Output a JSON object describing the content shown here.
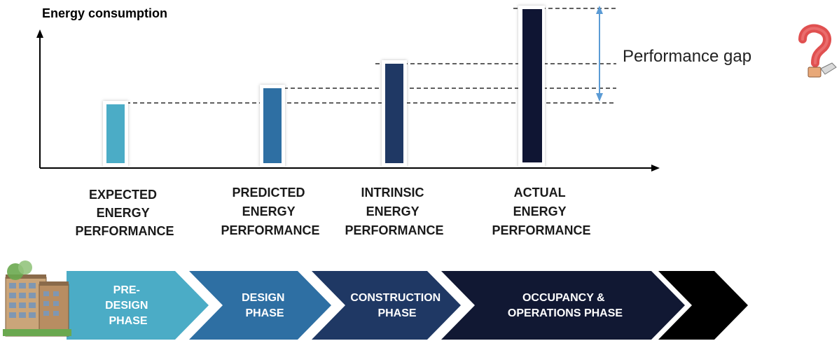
{
  "y_axis_label": "Energy consumption",
  "gap_label": "Performance gap",
  "bars": [
    {
      "label_lines": [
        "EXPECTED",
        "ENERGY",
        "PERFORMANCE"
      ],
      "color": "#4BACC6"
    },
    {
      "label_lines": [
        "PREDICTED",
        "ENERGY",
        "PERFORMANCE"
      ],
      "color": "#2E6FA3"
    },
    {
      "label_lines": [
        "INTRINSIC",
        "ENERGY",
        "PERFORMANCE"
      ],
      "color": "#1F3864"
    },
    {
      "label_lines": [
        "ACTUAL",
        "ENERGY",
        "PERFORMANCE"
      ],
      "color": "#0F1533"
    }
  ],
  "phases": [
    {
      "label_lines": [
        "PRE-",
        "DESIGN",
        "PHASE"
      ],
      "color": "#4BACC6"
    },
    {
      "label_lines": [
        "DESIGN",
        "PHASE"
      ],
      "color": "#2E6FA3"
    },
    {
      "label_lines": [
        "CONSTRUCTION",
        "PHASE"
      ],
      "color": "#1F3864"
    },
    {
      "label_lines": [
        "OCCUPANCY &",
        "OPERATIONS PHASE"
      ],
      "color": "#111833"
    },
    {
      "label_lines": [],
      "color": "#000000"
    }
  ],
  "icons": {
    "building": "building-icon",
    "question": "question-mark-icon"
  },
  "colors": {
    "axis": "#000000",
    "gap_arrow": "#5B9BD5",
    "question": "#E05050"
  }
}
